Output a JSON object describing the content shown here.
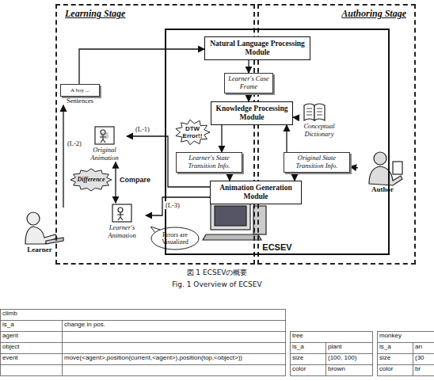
{
  "diagram": {
    "caption": "図 1 ECSEVの概要",
    "nodes": [
      {
        "text": [
          "Learning Stage"
        ]
      },
      {
        "text": [
          "Authoring Stage"
        ]
      },
      {
        "text": [
          "ECSEV"
        ]
      },
      {
        "text": [
          "Natural Language Processing Module"
        ],
        "in": 2
      },
      {
        "text": [
          "Learner's Case Frame"
        ],
        "in": 2
      },
      {
        "text": [
          "Knowledge Processing Module"
        ],
        "in": 2
      },
      {
        "text": [
          "DTW Error!!"
        ],
        "in": 2
      },
      {
        "text": [
          "Conceptual Dictionary"
        ],
        "in": 2
      },
      {
        "text": [
          "Learner's State Transition Info."
        ],
        "in": 2
      },
      {
        "text": [
          "Original State Transition Info."
        ],
        "in": 2
      },
      {
        "text": [
          "Animation Generation Module"
        ],
        "in": 2
      },
      {
        "text": [
          "A boy ...",
          "Sentences"
        ],
        "in": 0
      },
      {
        "text": [
          "Original Animation"
        ],
        "in": 0
      },
      {
        "text": [
          "Learner's Animation"
        ],
        "in": 0
      },
      {
        "text": [
          "Difference"
        ],
        "in": 0
      },
      {
        "text": [
          "Errors are Visualized"
        ],
        "in": 0
      },
      {
        "text": [
          "Learner"
        ],
        "in": 0
      },
      {
        "text": [
          "Author"
        ],
        "in": 1
      }
    ],
    "edges": [
      {
        "from": 3,
        "to": 4,
        "arrow": "to"
      },
      {
        "from": 4,
        "to": 5,
        "arrow": "to"
      },
      {
        "from": 7,
        "to": 5,
        "arrow": "to"
      },
      {
        "from": 5,
        "to": 8,
        "arrow": "to"
      },
      {
        "from": 9,
        "to": 5,
        "arrow": "to"
      },
      {
        "from": 17,
        "to": 9,
        "arrow": "to"
      },
      {
        "from": 8,
        "to": 10,
        "arrow": "to"
      },
      {
        "from": 9,
        "to": 10,
        "arrow": "to"
      },
      {
        "from": 10,
        "to": 12,
        "label": "(L-1)",
        "arrow": "to"
      },
      {
        "from": 10,
        "to": 13,
        "label": "(L-3)",
        "arrow": "to"
      },
      {
        "from": 16,
        "to": 11,
        "label": "(L-2)",
        "arrow": "to"
      },
      {
        "from": 11,
        "to": 3,
        "arrow": "to"
      },
      {
        "from": 12,
        "to": 13,
        "label": "Compare",
        "arrow": "both"
      }
    ],
    "labels": [
      "Fig. 1 Overview of ECSEV",
      "climb",
      "is_a",
      "change in pos.",
      "agent",
      "object",
      "event",
      "move(<agent>,position(current,<agent>),position(top,<object>))",
      "tree",
      "is_a",
      "plant",
      "size",
      "(100, 100)",
      "color",
      "brown",
      "monkey",
      "is_a",
      "an",
      "size",
      "(30",
      "color",
      "br"
    ]
  }
}
